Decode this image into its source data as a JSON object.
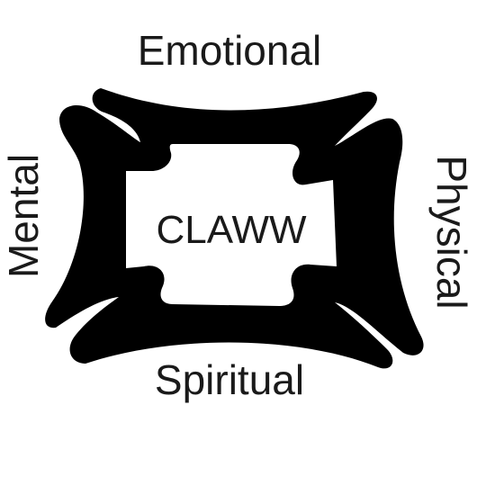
{
  "diagram": {
    "center_label": "CLAWW",
    "labels": {
      "top": "Emotional",
      "bottom": "Spiritual",
      "left": "Mental",
      "right": "Physical"
    },
    "colors": {
      "frame": "#000000",
      "text": "#1a1a1a",
      "background": "#ffffff"
    }
  }
}
